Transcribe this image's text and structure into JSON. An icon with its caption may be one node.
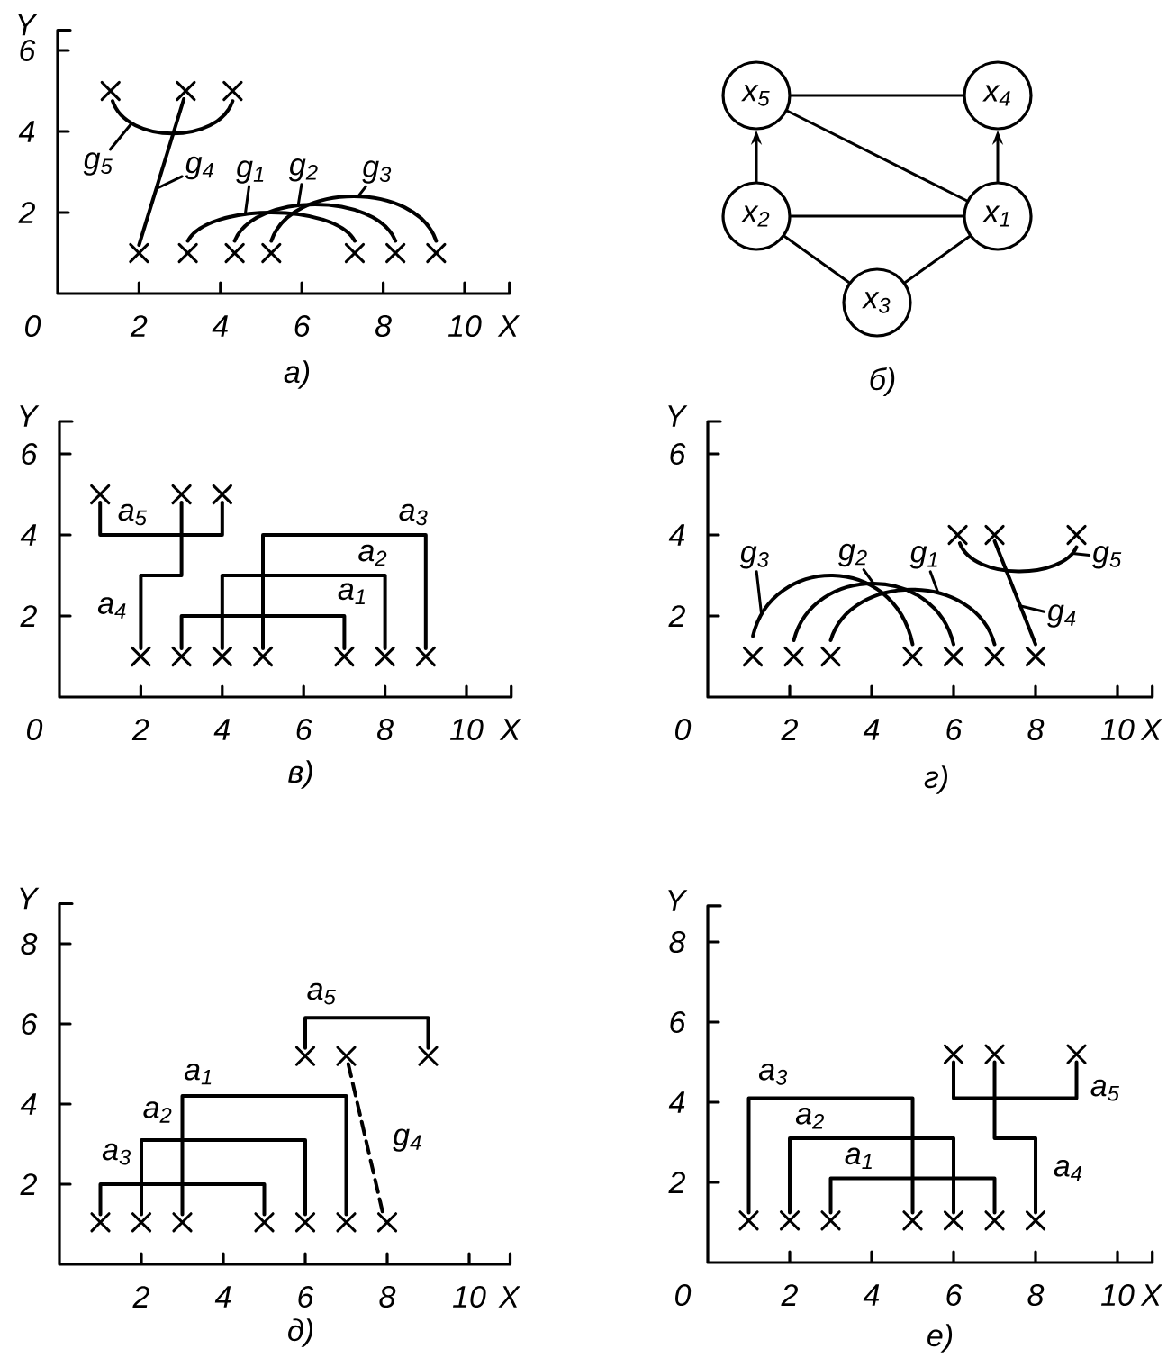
{
  "diagram": {
    "nodes": [
      {
        "text": [
          "x$_{5}$"
        ]
      },
      {
        "text": [
          "x$_{4}$"
        ]
      },
      {
        "text": [
          "x$_{2}$"
        ]
      },
      {
        "text": [
          "x$_{1}$"
        ]
      },
      {
        "text": [
          "x$_{3}$"
        ]
      },
      {
        "text": [
          "g$_{5}$"
        ]
      },
      {
        "text": [
          "g$_{4}$"
        ]
      },
      {
        "text": [
          "g$_{1}$"
        ]
      },
      {
        "text": [
          "g$_{2}$"
        ]
      },
      {
        "text": [
          "g$_{3}$"
        ]
      },
      {
        "text": [
          "g$_{3}$"
        ]
      },
      {
        "text": [
          "g$_{2}$"
        ]
      },
      {
        "text": [
          "g$_{1}$"
        ]
      },
      {
        "text": [
          "g$_{5}$"
        ]
      },
      {
        "text": [
          "g$_{4}$"
        ]
      },
      {
        "text": [],
        "shape": "arc"
      },
      {
        "text": [],
        "shape": "line"
      },
      {
        "text": [],
        "shape": "arc"
      },
      {
        "text": [],
        "shape": "arc"
      },
      {
        "text": [],
        "shape": "arc"
      },
      {
        "text": [],
        "shape": "arc"
      },
      {
        "text": [],
        "shape": "arc"
      },
      {
        "text": [],
        "shape": "arc"
      },
      {
        "text": [],
        "shape": "arc"
      },
      {
        "text": [],
        "shape": "line"
      }
    ],
    "edges": [
      {
        "from": 2,
        "to": 0,
        "arrow": "to"
      },
      {
        "from": 3,
        "to": 1,
        "arrow": "to"
      },
      {
        "from": 0,
        "to": 1,
        "arrow": "none"
      },
      {
        "from": 0,
        "to": 3,
        "arrow": "none"
      },
      {
        "from": 2,
        "to": 3,
        "arrow": "none"
      },
      {
        "from": 2,
        "to": 4,
        "arrow": "none"
      },
      {
        "from": 4,
        "to": 3,
        "arrow": "none"
      },
      {
        "from": 5,
        "to": 15,
        "arrow": "none"
      },
      {
        "from": 6,
        "to": 16,
        "arrow": "none"
      },
      {
        "from": 7,
        "to": 17,
        "arrow": "none"
      },
      {
        "from": 8,
        "to": 18,
        "arrow": "none"
      },
      {
        "from": 9,
        "to": 19,
        "arrow": "none"
      },
      {
        "from": 10,
        "to": 20,
        "arrow": "none"
      },
      {
        "from": 11,
        "to": 21,
        "arrow": "none"
      },
      {
        "from": 12,
        "to": 22,
        "arrow": "none"
      },
      {
        "from": 13,
        "to": 23,
        "arrow": "none"
      },
      {
        "from": 14,
        "to": 24,
        "arrow": "none"
      }
    ],
    "labels": [
      "Y",
      "6",
      "4",
      "2",
      "0",
      "2",
      "4",
      "6",
      "8",
      "10",
      "X",
      "а)",
      "б)",
      "Y",
      "6",
      "4",
      "2",
      "0",
      "2",
      "4",
      "6",
      "8",
      "10",
      "X",
      "a$_{5}$",
      "a$_{3}$",
      "a$_{2}$",
      "a$_{1}$",
      "a$_{4}$",
      "в)",
      "Y",
      "6",
      "4",
      "2",
      "0",
      "2",
      "4",
      "6",
      "8",
      "10",
      "X",
      "г)",
      "Y",
      "8",
      "6",
      "4",
      "2",
      "2",
      "4",
      "6",
      "8",
      "10",
      "X",
      "a$_{5}$",
      "a$_{1}$",
      "a$_{2}$",
      "g$_{4}$",
      "a$_{3}$",
      "д)",
      "Y",
      "8",
      "6",
      "4",
      "2",
      "0",
      "2",
      "4",
      "6",
      "8",
      "10",
      "X",
      "a$_{3}$",
      "a$_{5}$",
      "a$_{2}$",
      "a$_{1}$",
      "a$_{4}$",
      "е)"
    ]
  }
}
